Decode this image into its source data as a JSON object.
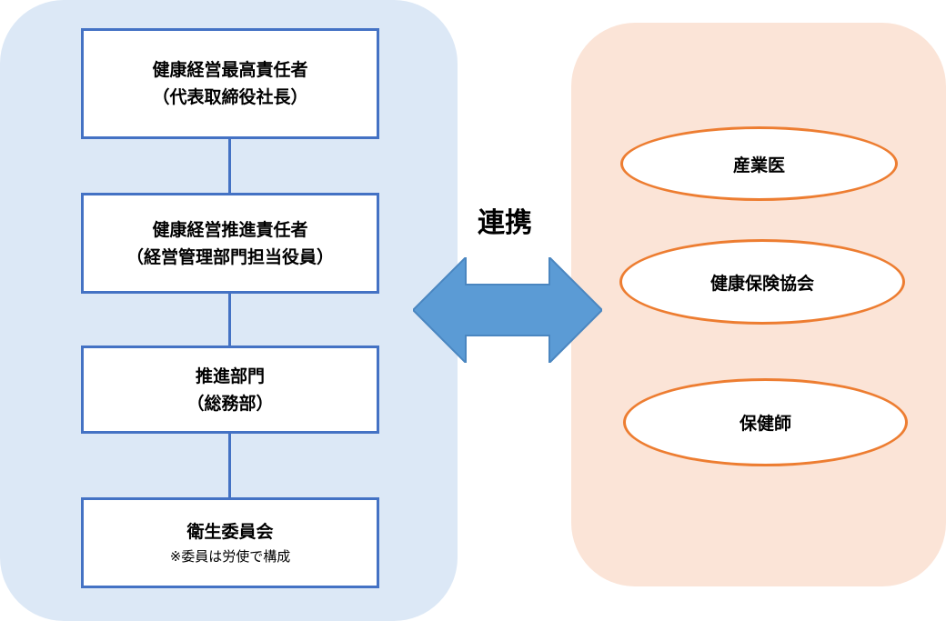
{
  "organization": {
    "boxes": [
      {
        "lines": [
          "健康経営最高責任者",
          "（代表取締役社長）"
        ],
        "note": ""
      },
      {
        "lines": [
          "健康経営推進責任者",
          "（経営管理部門担当役員）"
        ],
        "note": ""
      },
      {
        "lines": [
          "推進部門",
          "（総務部）"
        ],
        "note": ""
      },
      {
        "lines": [
          "衛生委員会"
        ],
        "note": "※委員は労使で構成"
      }
    ]
  },
  "link": {
    "label": "連携"
  },
  "partners": {
    "items": [
      "産業医",
      "健康保険協会",
      "保健師"
    ]
  },
  "colors": {
    "left_panel": "#dce8f6",
    "right_panel": "#fbe4d7",
    "box_border": "#4472c4",
    "oval_border": "#ed7d31",
    "arrow_fill": "#5b9bd5"
  }
}
